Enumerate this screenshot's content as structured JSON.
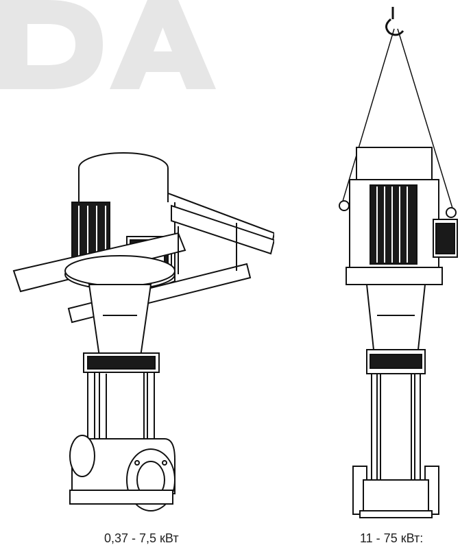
{
  "watermark": {
    "text": "DA",
    "color": "#e6e6e6"
  },
  "figures": [
    {
      "caption": "0,37 - 7,5 кВт",
      "icon": "pump-with-lifting-bar-diagram"
    },
    {
      "caption": "11 - 75 кВт:",
      "icon": "pump-with-crane-hook-diagram"
    }
  ],
  "colors": {
    "line": "#111111",
    "fill_dark": "#1a1a1a",
    "background": "#ffffff"
  }
}
